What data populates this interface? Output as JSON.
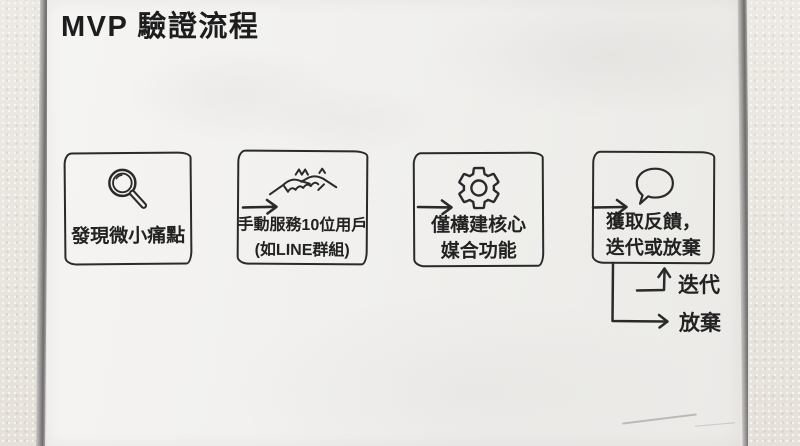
{
  "title": "MVP 驗證流程",
  "flow": {
    "steps": [
      {
        "icon": "magnifier-icon",
        "lines": [
          "發現微小痛點"
        ]
      },
      {
        "icon": "handshake-icon",
        "lines": [
          "手動服務10位用戶",
          "(如LINE群組)"
        ]
      },
      {
        "icon": "gear-icon",
        "lines": [
          "僅構建核心",
          "媒合功能"
        ]
      },
      {
        "icon": "speech-bubble-icon",
        "lines": [
          "獲取反饋，",
          "迭代或放棄"
        ]
      }
    ],
    "outcomes": [
      {
        "label": "迭代",
        "direction": "up"
      },
      {
        "label": "放棄",
        "direction": "right"
      }
    ]
  },
  "colors": {
    "marker": "#2a2a2a",
    "board": "#f1f0ee",
    "wall": "#e8e4de",
    "frame": "#8f8e8c"
  }
}
